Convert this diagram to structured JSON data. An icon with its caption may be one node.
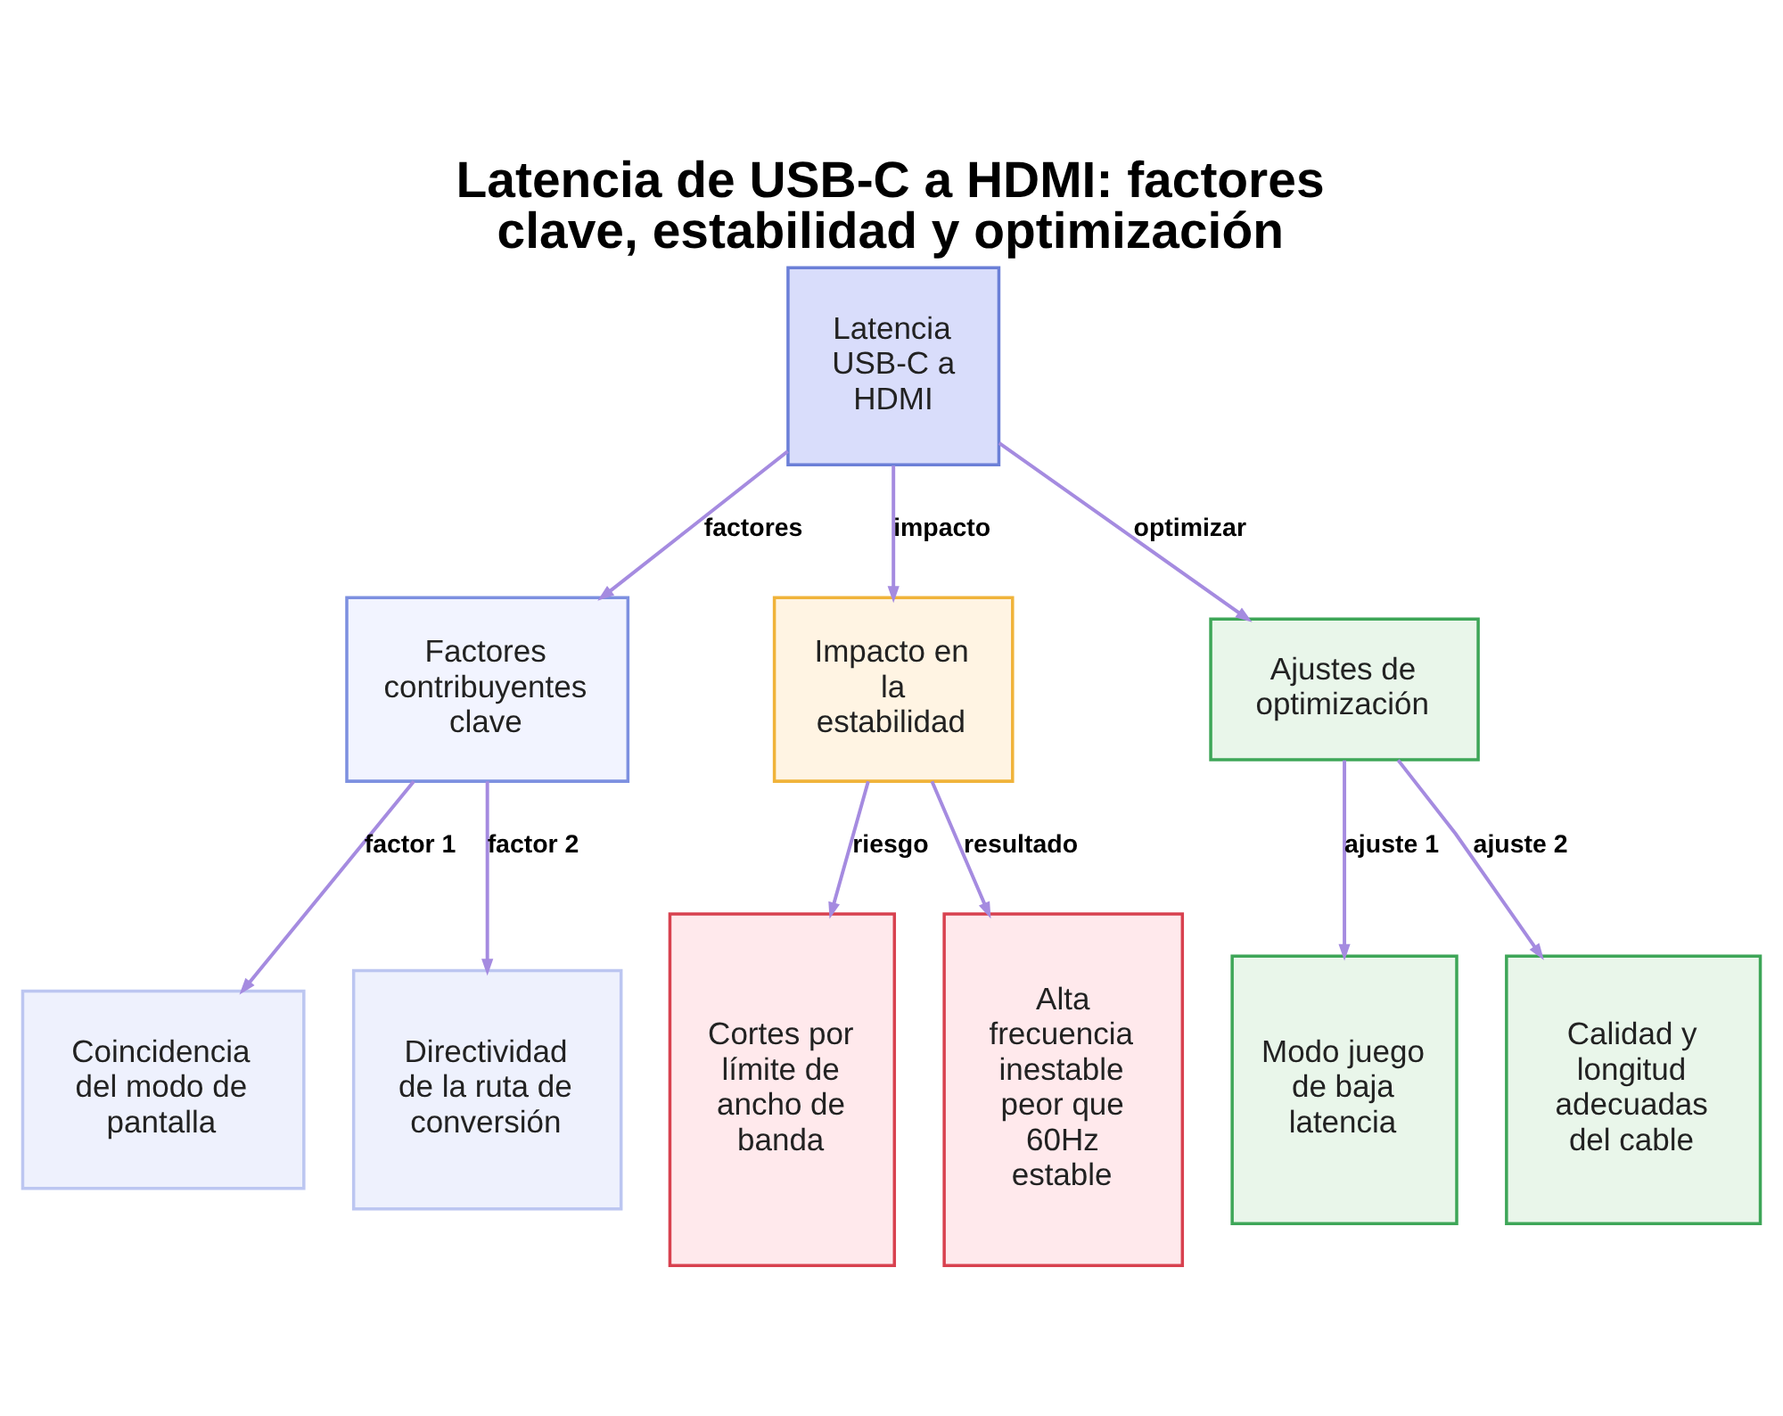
{
  "diagram": {
    "title": "Latencia de USB-C a HDMI: factores clave, estabilidad y optimización",
    "nodes": [
      {
        "text": [
          "Latencia USB-C a HDMI"
        ]
      },
      {
        "text": [
          "Factores contribuyentes clave"
        ]
      },
      {
        "text": [
          "Impacto en la estabilidad"
        ]
      },
      {
        "text": [
          "Ajustes de optimización"
        ]
      },
      {
        "text": [
          "Coincidencia del modo de pantalla"
        ]
      },
      {
        "text": [
          "Directividad de la ruta de conversión"
        ]
      },
      {
        "text": [
          "Cortes por límite de ancho de banda"
        ]
      },
      {
        "text": [
          "Alta frecuencia inestable peor que 60Hz estable"
        ]
      },
      {
        "text": [
          "Modo juego de baja latencia"
        ]
      },
      {
        "text": [
          "Calidad y longitud adecuadas del cable"
        ]
      }
    ],
    "edges": [
      {
        "from": 0,
        "to": 1,
        "arrow": "to",
        "label": "factores"
      },
      {
        "from": 0,
        "to": 2,
        "arrow": "to",
        "label": "impacto"
      },
      {
        "from": 0,
        "to": 3,
        "arrow": "to",
        "label": "optimizar"
      },
      {
        "from": 1,
        "to": 4,
        "arrow": "to",
        "label": "factor 1"
      },
      {
        "from": 1,
        "to": 5,
        "arrow": "to",
        "label": "factor 2"
      },
      {
        "from": 2,
        "to": 6,
        "arrow": "to",
        "label": "riesgo"
      },
      {
        "from": 2,
        "to": 7,
        "arrow": "to",
        "label": "resultado"
      },
      {
        "from": 3,
        "to": 8,
        "arrow": "to",
        "label": "ajuste 1"
      },
      {
        "from": 3,
        "to": 9,
        "arrow": "to",
        "label": "ajuste 2"
      }
    ]
  }
}
